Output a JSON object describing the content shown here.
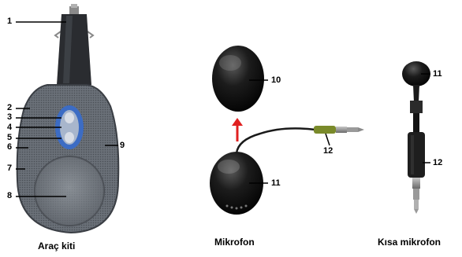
{
  "callouts": {
    "n1": "1",
    "n2": "2",
    "n3": "3",
    "n4": "4",
    "n5": "5",
    "n6": "6",
    "n7": "7",
    "n8": "8",
    "n9": "9",
    "n10": "10",
    "n11a": "11",
    "n11b": "11",
    "n12a": "12",
    "n12b": "12"
  },
  "captions": {
    "car_kit": "Araç kiti",
    "microphone": "Mikrofon",
    "short_microphone": "Kısa mikrofon"
  },
  "colors": {
    "device_body": "#5a5f66",
    "button_accent": "#3c6cc4",
    "arrow": "#e02020",
    "plug_green": "#7a8a2a"
  }
}
